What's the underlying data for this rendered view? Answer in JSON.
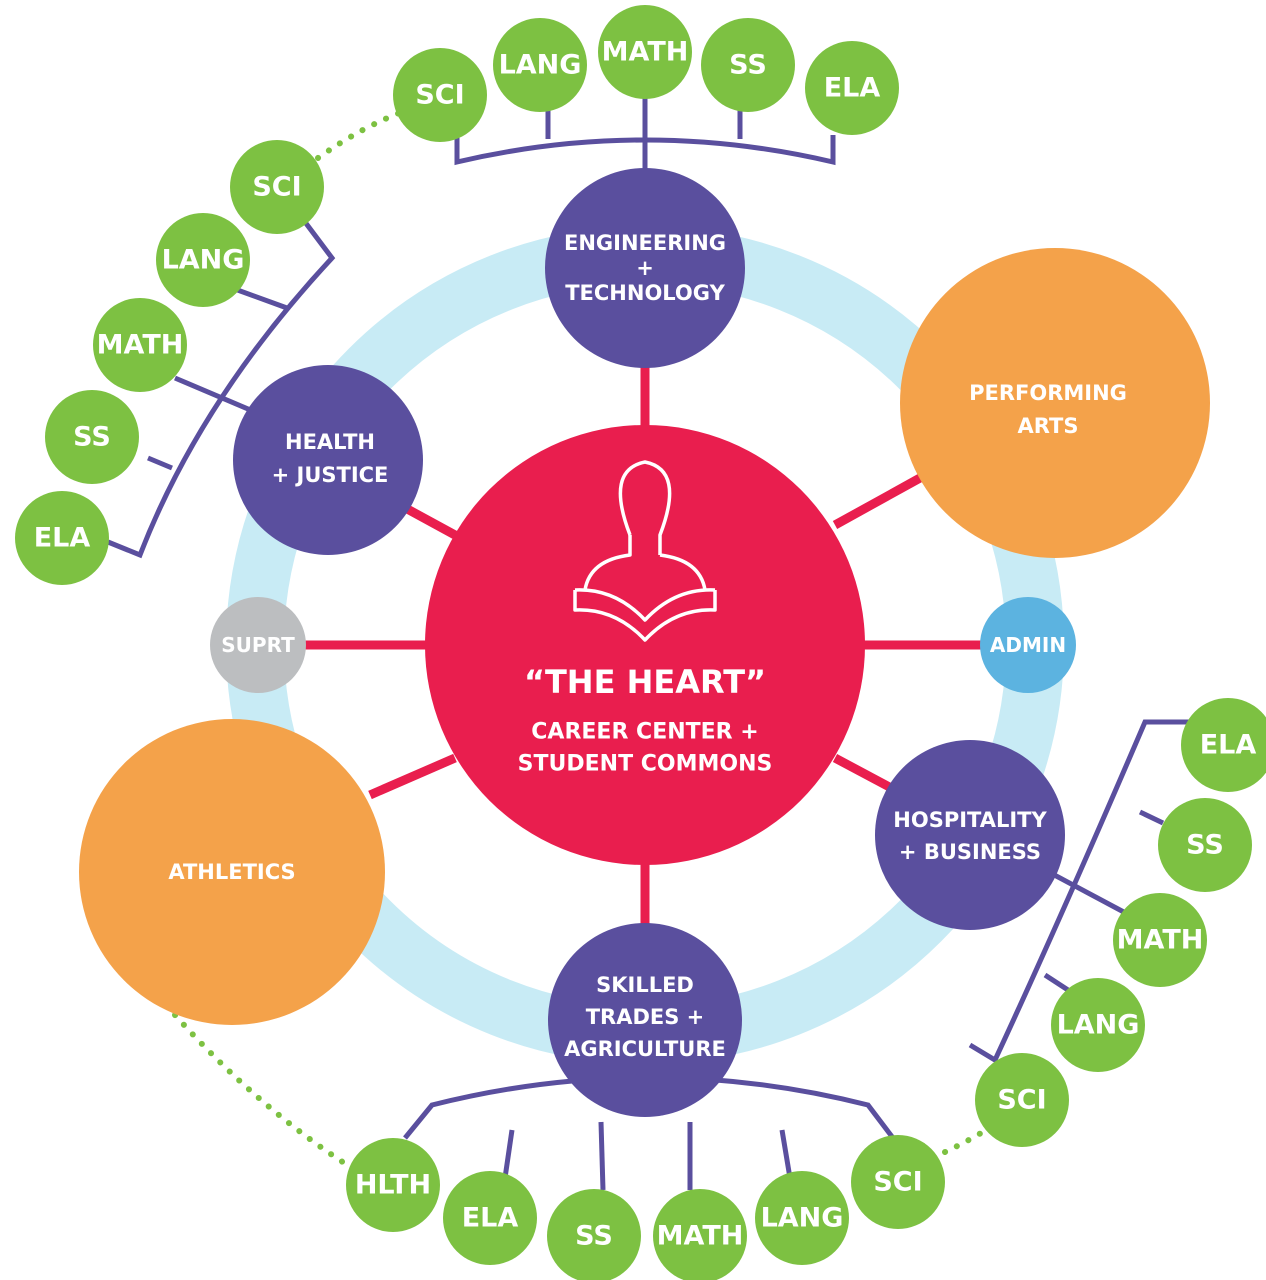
{
  "center": {
    "title": "“THE HEART”",
    "subtitle_lines": [
      "CAREER CENTER +",
      "STUDENT COMMONS"
    ]
  },
  "hubs": {
    "engineering": {
      "lines": [
        "ENGINEERING",
        "+",
        "TECHNOLOGY"
      ]
    },
    "health": {
      "lines": [
        "HEALTH",
        "+ JUSTICE"
      ]
    },
    "hospitality": {
      "lines": [
        "HOSPITALITY",
        "+ BUSINESS"
      ]
    },
    "skilled": {
      "lines": [
        "SKILLED",
        "TRADES +",
        "AGRICULTURE"
      ]
    },
    "performing": {
      "lines": [
        "PERFORMING",
        "ARTS"
      ]
    },
    "athletics": {
      "label": "ATHLETICS"
    },
    "support": {
      "label": "SUPRT"
    },
    "admin": {
      "label": "ADMIN"
    }
  },
  "subjects": {
    "top": [
      "SCI",
      "LANG",
      "MATH",
      "SS",
      "ELA"
    ],
    "left": [
      "SCI",
      "LANG",
      "MATH",
      "SS",
      "ELA"
    ],
    "right": [
      "ELA",
      "SS",
      "MATH",
      "LANG",
      "SCI"
    ],
    "bottom": [
      "HLTH",
      "ELA",
      "SS",
      "MATH",
      "LANG",
      "SCI"
    ]
  },
  "colors": {
    "heart": "#e91e4e",
    "pathway": "#5a4f9e",
    "arts": "#f4a24a",
    "subject": "#7dc142",
    "ring": "#c8ebf5",
    "support": "#bcbec0",
    "admin": "#5cb3e0"
  },
  "icons": {
    "heart": "student-reading-icon"
  }
}
